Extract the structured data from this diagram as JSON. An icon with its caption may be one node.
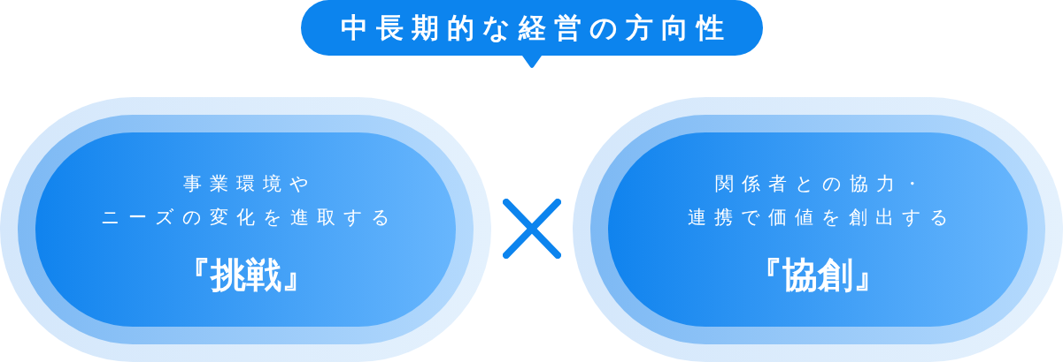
{
  "diagram": {
    "nodes": [
      {
        "text": [
          "中長期的な経営の方向性"
        ]
      },
      {
        "text": [
          "事業環境やニーズの変化を進取する",
          "『挑戦』"
        ]
      },
      {
        "text": [
          "関係者との協力・連携で価値を創出する",
          "『協創』"
        ]
      }
    ]
  }
}
